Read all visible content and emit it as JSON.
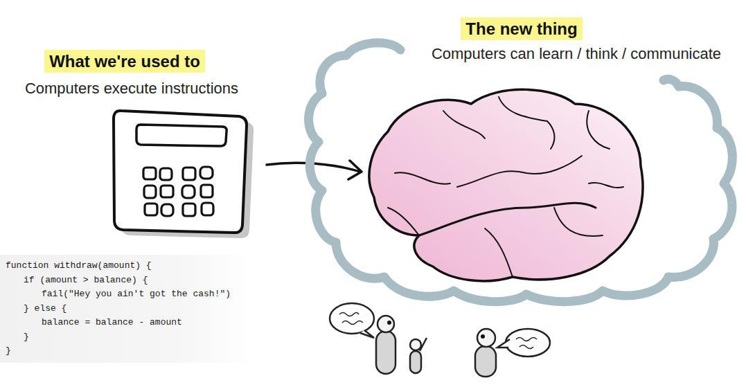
{
  "diagram": {
    "nodes": [
      {
        "text": [
          "function withdraw(amount) {",
          "if (amount > balance) {",
          "fail(\"Hey you ain't got the cash!\")",
          "} else {",
          "balance = balance - amount",
          "}",
          "}"
        ]
      },
      {
        "text": [
          "The new thing",
          "Computers can learn / think / communicate"
        ]
      }
    ],
    "labels": [
      "What we're used to",
      "Computers execute instructions"
    ]
  }
}
